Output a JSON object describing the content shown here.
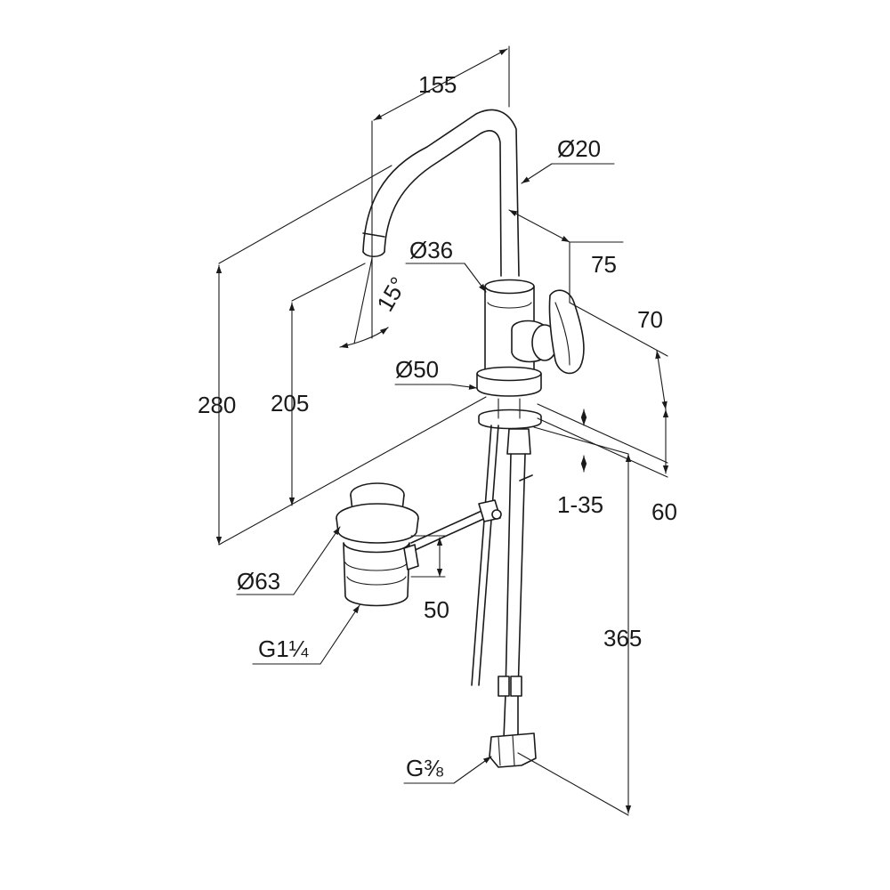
{
  "dimensions": {
    "spout_reach": "155",
    "spout_diameter": "Ø20",
    "body_diameter": "Ø36",
    "lever_dim": "75",
    "lever_height": "70",
    "base_diameter": "Ø50",
    "spout_angle": "15°",
    "spout_height": "205",
    "total_height": "280",
    "counter_thickness": "1-35",
    "base_offset": "60",
    "hose_length": "365",
    "waste_diameter": "Ø63",
    "waste_height": "50",
    "waste_thread": "G1¼",
    "hose_thread": "G⅜"
  },
  "colors": {
    "line": "#1a1a1a",
    "background": "#ffffff"
  }
}
